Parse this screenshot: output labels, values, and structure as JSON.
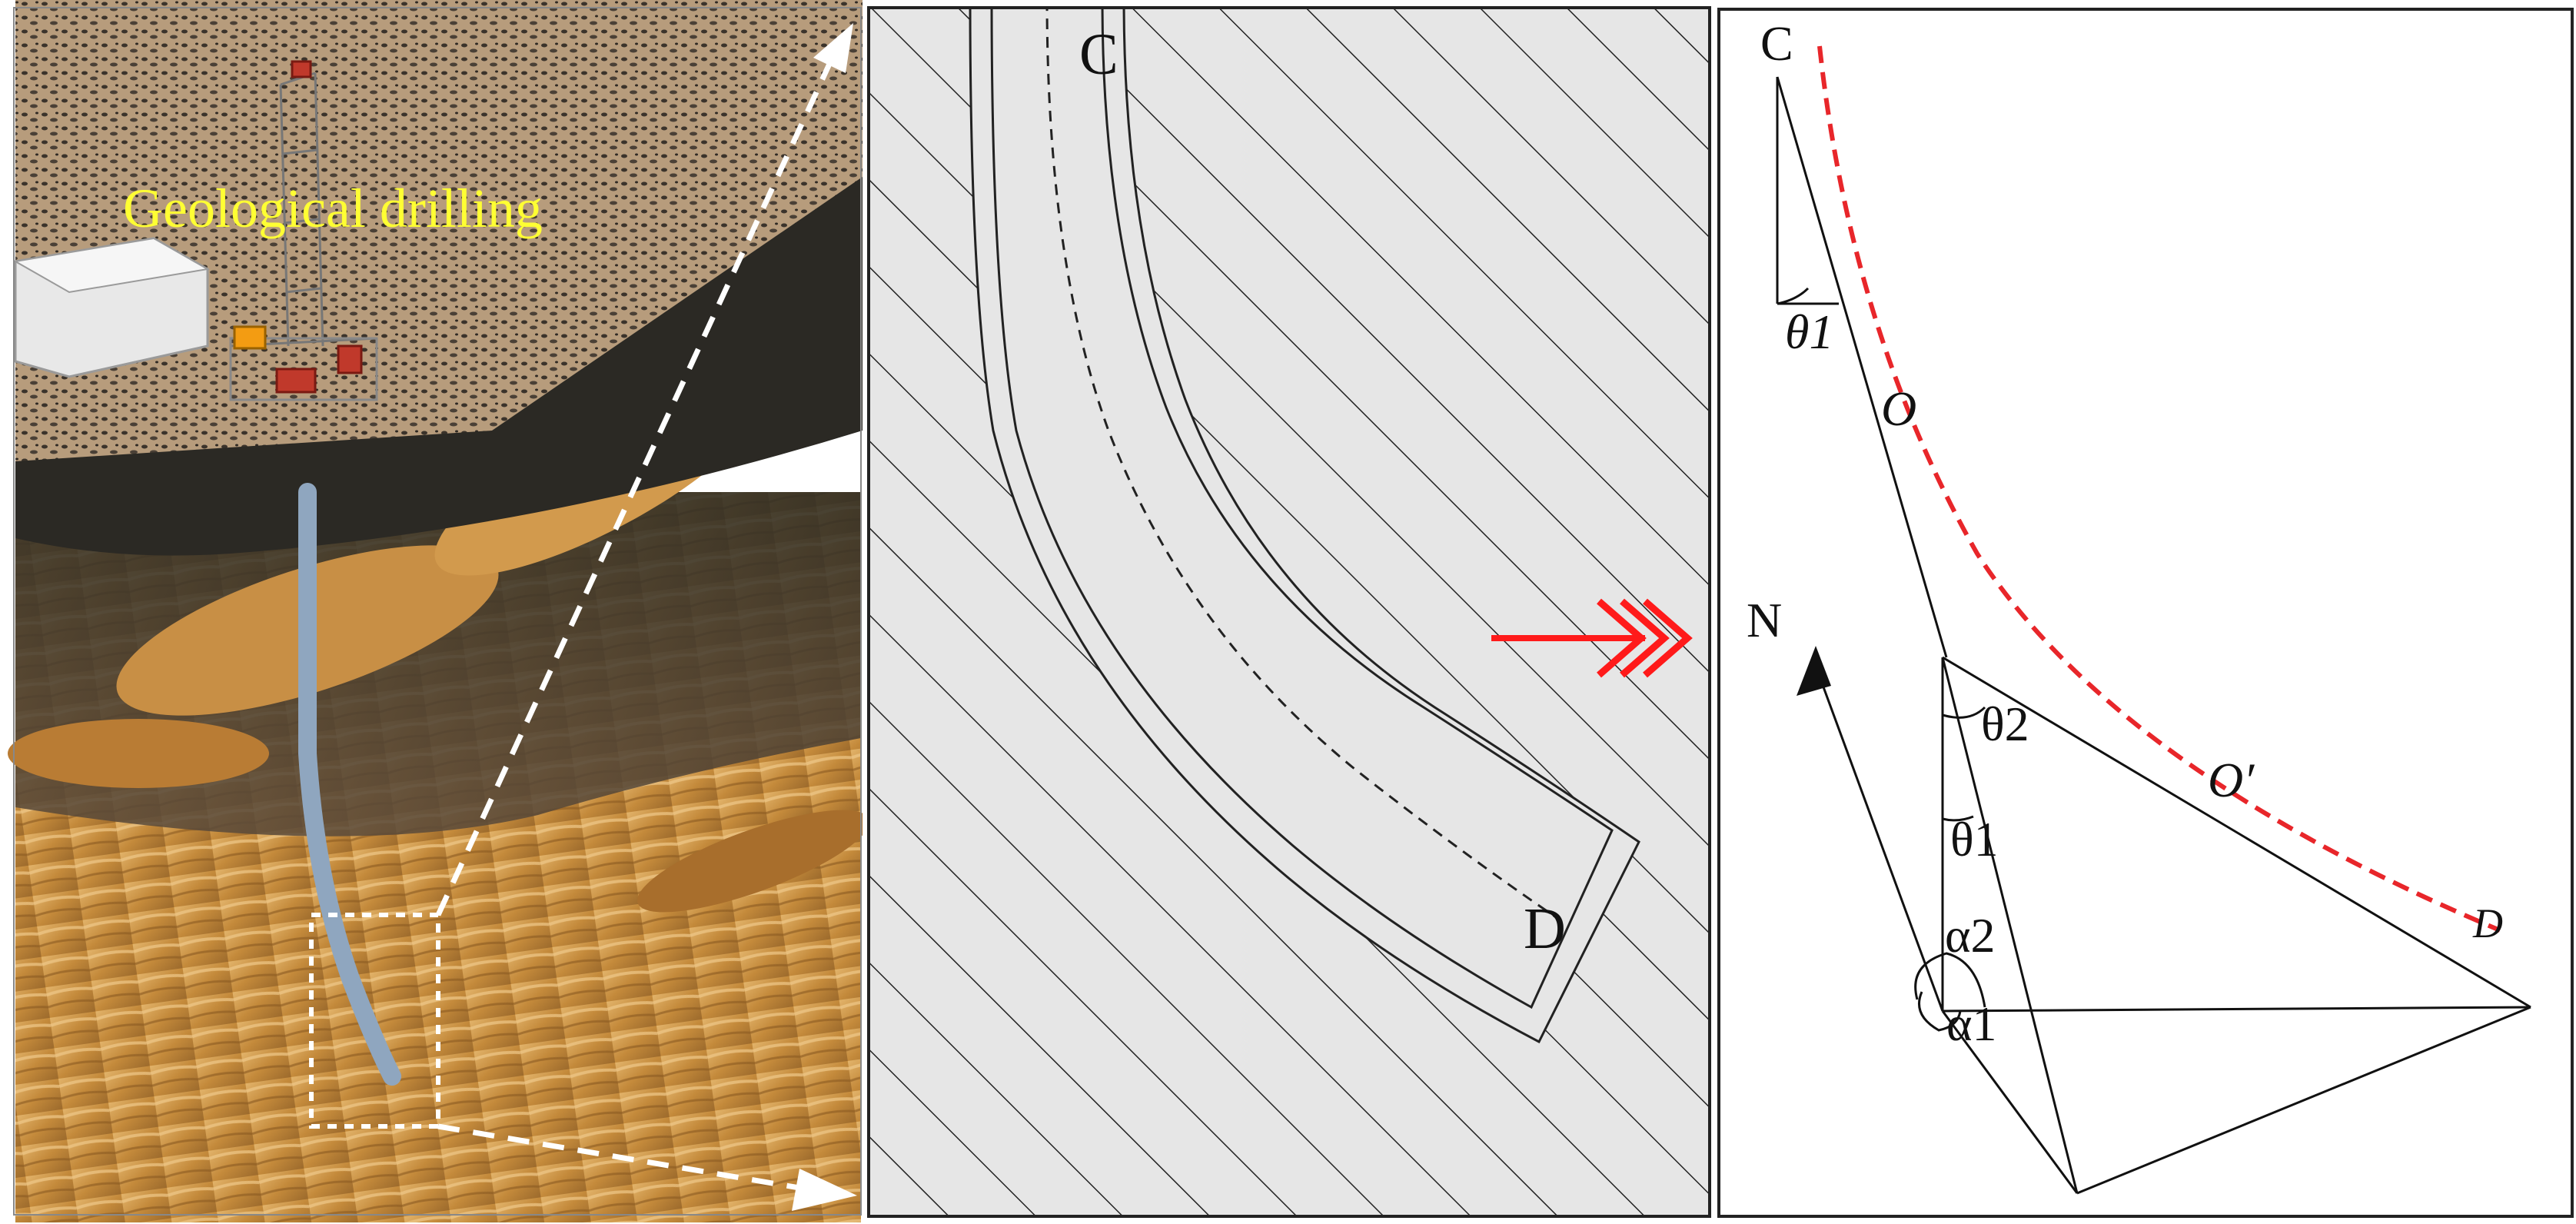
{
  "left_panel": {
    "caption": "Geological drilling",
    "colors": {
      "caption": "#ffff33",
      "surface": "#b59a7a",
      "rock": "#c98d3d",
      "pipe": "#8fa6bf"
    }
  },
  "mid_panel": {
    "label_start": "C",
    "label_end": "D",
    "colors": {
      "hatch_bg": "#e6e6e6",
      "line": "#222222"
    }
  },
  "transition_arrow": {
    "color": "#ff1a1a"
  },
  "right_panel": {
    "label_C": "C",
    "label_theta1_top": "θ1",
    "label_O": "O",
    "label_N": "N",
    "label_theta2": "θ2",
    "label_O_prime": "O′",
    "label_theta1_mid": "θ1",
    "label_alpha2": "α2",
    "label_alpha1": "α1",
    "label_D": "D",
    "colors": {
      "curve": "#e8262a",
      "line": "#111111"
    }
  }
}
